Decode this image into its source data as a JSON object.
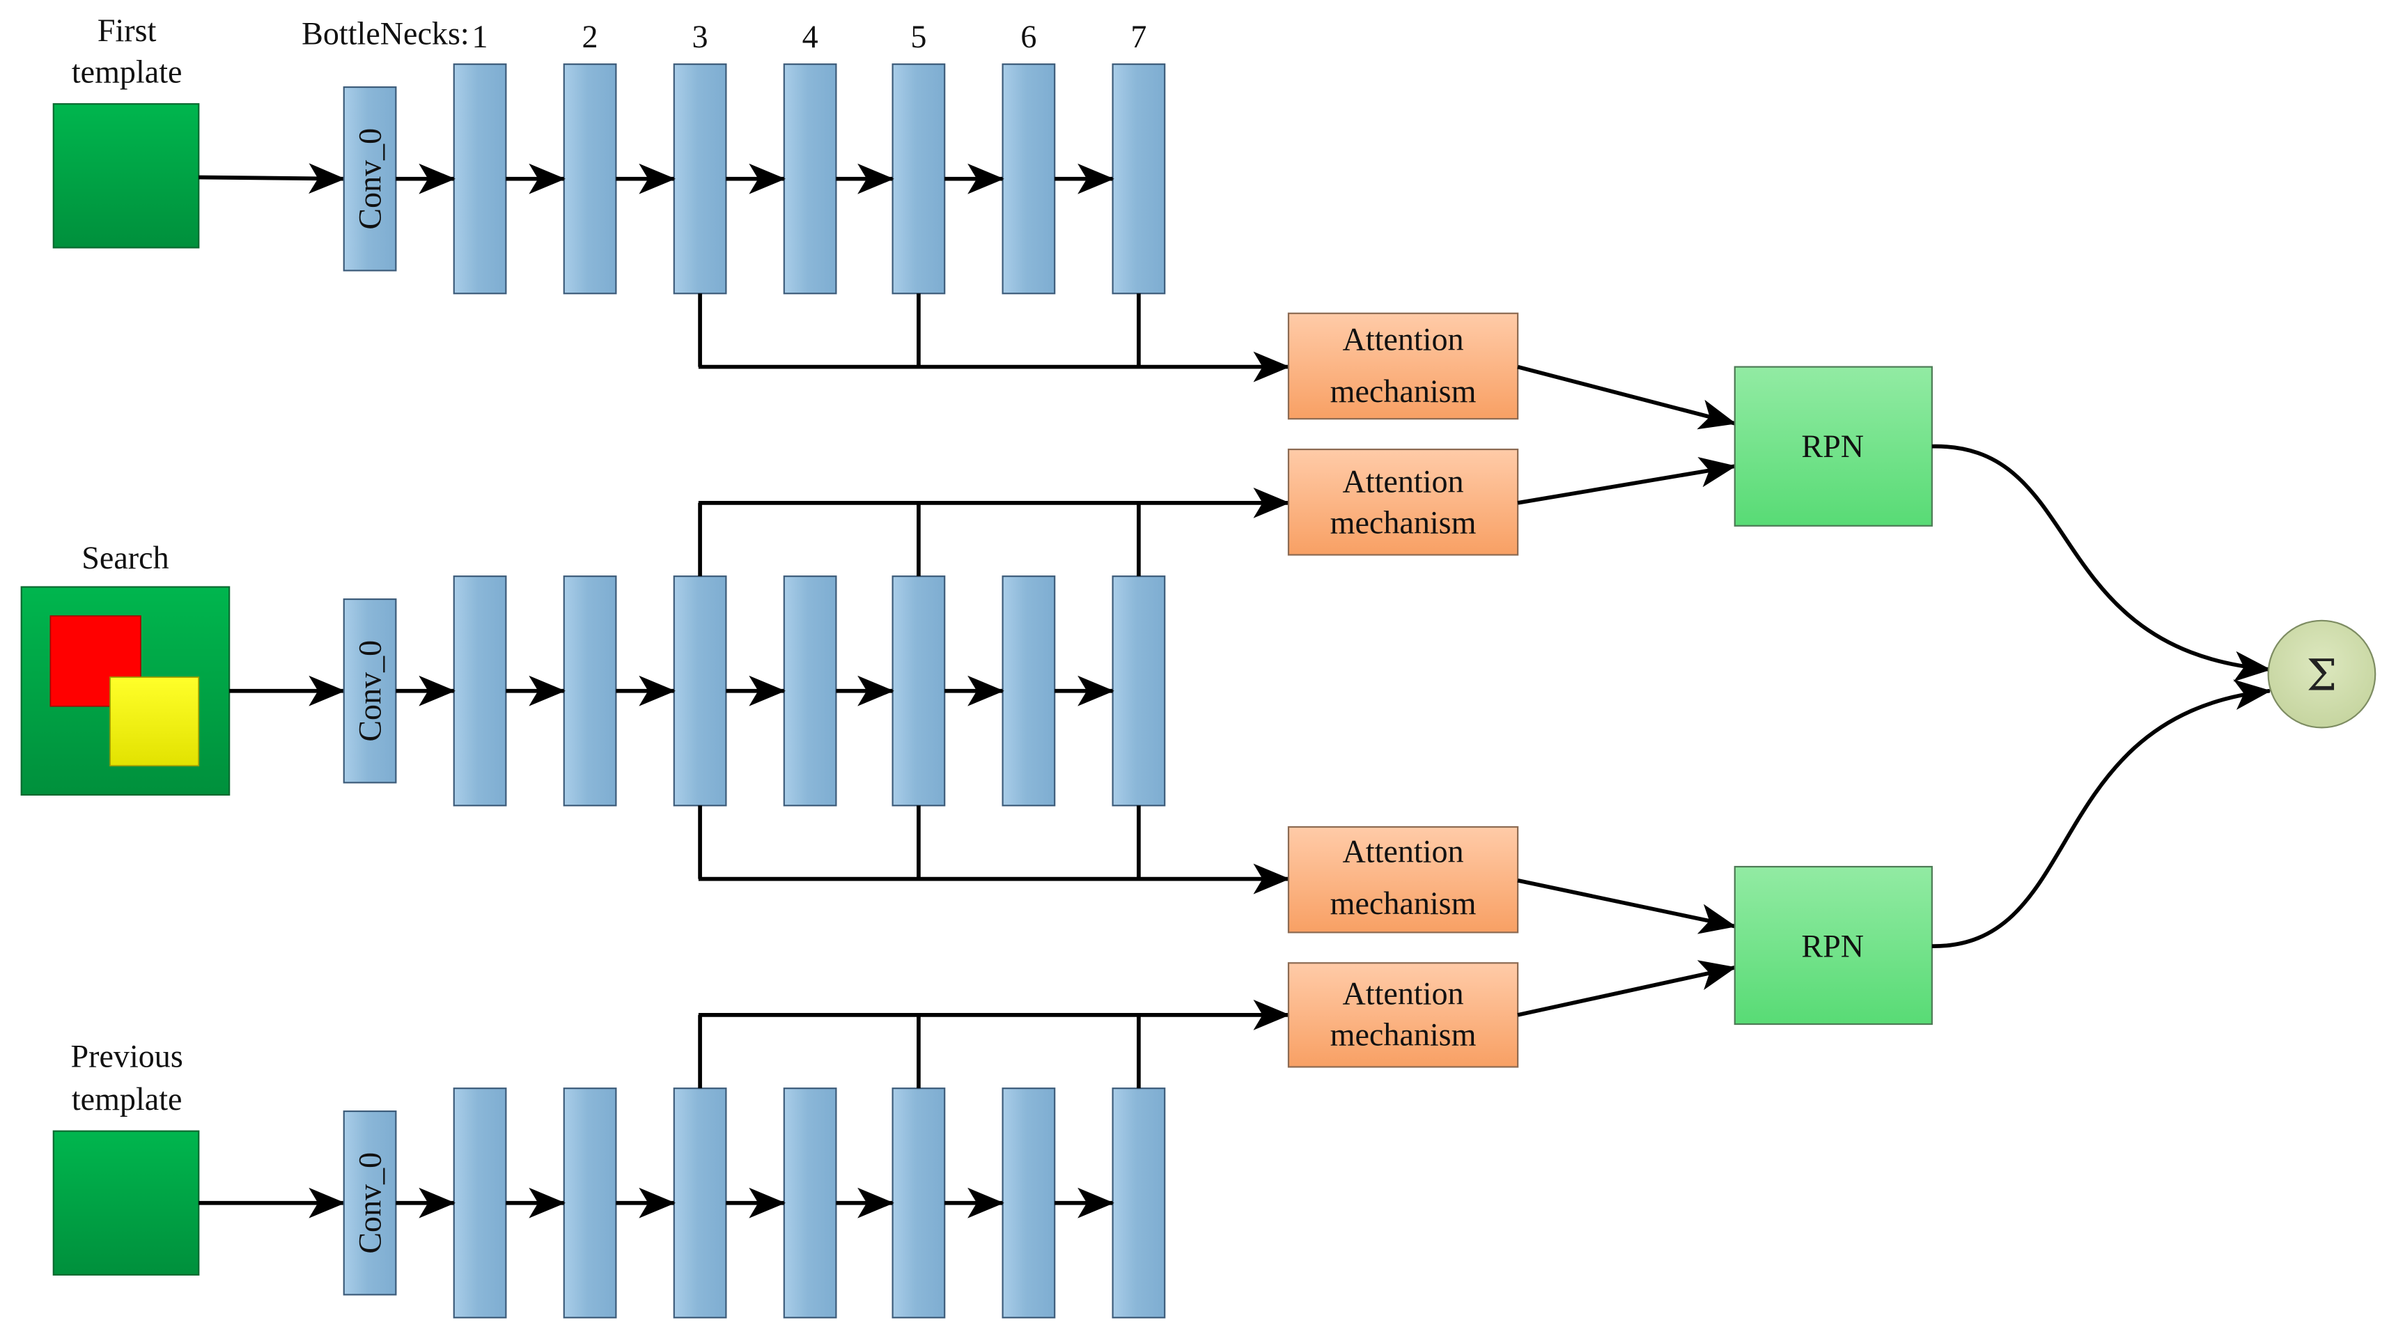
{
  "diagram": {
    "inputs": {
      "first_template": {
        "line1": "First",
        "line2": "template"
      },
      "search": {
        "label": "Search"
      },
      "previous_template": {
        "line1": "Previous",
        "line2": "template"
      }
    },
    "bottlenecks": {
      "label": "BottleNecks:",
      "numbers": [
        "1",
        "2",
        "3",
        "4",
        "5",
        "6",
        "7"
      ]
    },
    "conv": [
      "Conv_0",
      "Conv_0",
      "Conv_0"
    ],
    "attention": [
      {
        "line1": "Attention",
        "line2": "mechanism"
      },
      {
        "line1": "Attention",
        "line2": "mechanism"
      },
      {
        "line1": "Attention",
        "line2": "mechanism"
      },
      {
        "line1": "Attention",
        "line2": "mechanism"
      }
    ],
    "rpn": [
      "RPN",
      "RPN"
    ],
    "sum": "Σ"
  },
  "colors": {
    "bottleneck_fill": "#8bb7d8",
    "bottleneck_stroke": "#3d5c7a",
    "input_green": "#00a84a",
    "search_red": "#ff0000",
    "search_yellow": "#ffff00",
    "attention_fill": "#fbb183",
    "rpn_fill": "#72e28a",
    "sum_fill": "#d2dfb0",
    "arrow": "#000000"
  }
}
